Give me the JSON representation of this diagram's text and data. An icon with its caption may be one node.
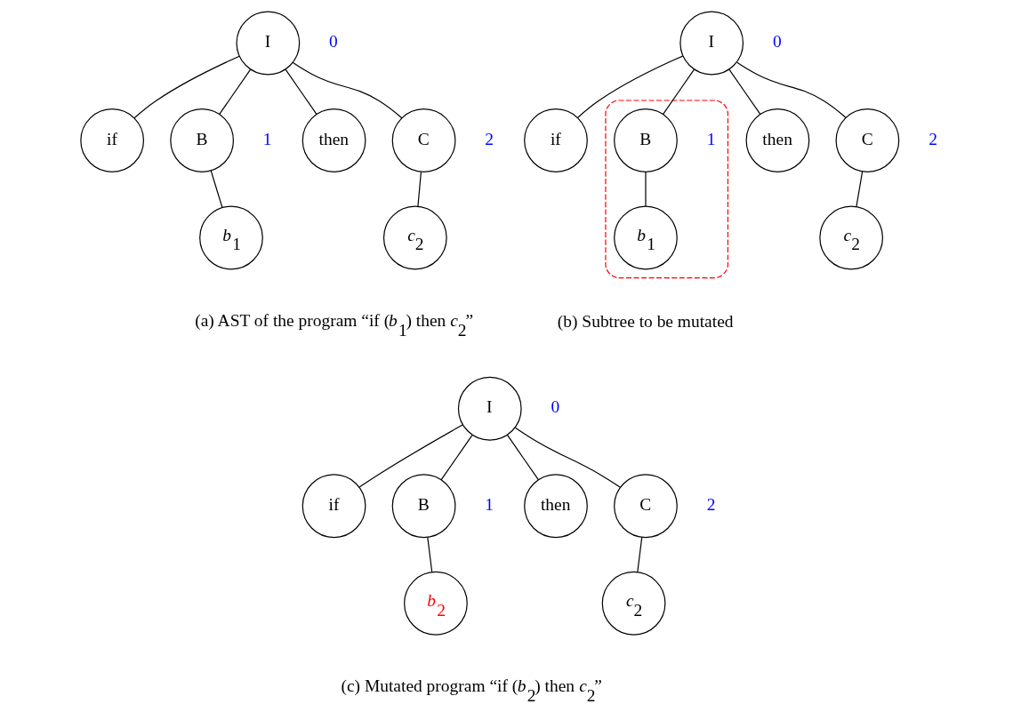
{
  "diagram": {
    "nodes": [
      {
        "text": [
          "I"
        ],
        "beside": [
          "0"
        ]
      },
      {
        "text": [
          "if"
        ]
      },
      {
        "text": [
          "B"
        ],
        "beside": [
          "1"
        ]
      },
      {
        "text": [
          "then"
        ]
      },
      {
        "text": [
          "C"
        ],
        "beside": [
          "2"
        ]
      },
      {
        "text": [
          "*b*$_{1}$"
        ]
      },
      {
        "text": [
          "*c*$_{2}$"
        ]
      },
      {
        "text": [
          "I"
        ],
        "beside": [
          "0"
        ]
      },
      {
        "text": [
          "if"
        ]
      },
      {
        "text": [],
        "shape": "ellipse"
      },
      {
        "text": [
          "B"
        ],
        "beside": [
          "1"
        ],
        "in": 9
      },
      {
        "text": [
          "then"
        ]
      },
      {
        "text": [
          "C"
        ],
        "beside": [
          "2"
        ]
      },
      {
        "text": [
          "*b*$_{1}$"
        ],
        "in": 9
      },
      {
        "text": [
          "*c*$_{2}$"
        ]
      },
      {
        "text": [
          "I"
        ],
        "beside": [
          "0"
        ]
      },
      {
        "text": [
          "if"
        ]
      },
      {
        "text": [
          "B"
        ],
        "beside": [
          "1"
        ]
      },
      {
        "text": [
          "then"
        ]
      },
      {
        "text": [
          "C"
        ],
        "beside": [
          "2"
        ]
      },
      {
        "text": [
          "*b*$_{2}$"
        ]
      },
      {
        "text": [
          "*c*$_{2}$"
        ]
      }
    ],
    "edges": [
      {
        "from": 0,
        "to": 1,
        "arrow": "none"
      },
      {
        "from": 0,
        "to": 2,
        "arrow": "none"
      },
      {
        "from": 0,
        "to": 3,
        "arrow": "none"
      },
      {
        "from": 0,
        "to": 4,
        "arrow": "none"
      },
      {
        "from": 2,
        "to": 5,
        "arrow": "none"
      },
      {
        "from": 4,
        "to": 6,
        "arrow": "none"
      },
      {
        "from": 7,
        "to": 8,
        "arrow": "none"
      },
      {
        "from": 7,
        "to": 10,
        "arrow": "none"
      },
      {
        "from": 7,
        "to": 11,
        "arrow": "none"
      },
      {
        "from": 7,
        "to": 12,
        "arrow": "none"
      },
      {
        "from": 10,
        "to": 13,
        "arrow": "none"
      },
      {
        "from": 12,
        "to": 14,
        "arrow": "none"
      },
      {
        "from": 15,
        "to": 16,
        "arrow": "none"
      },
      {
        "from": 15,
        "to": 17,
        "arrow": "none"
      },
      {
        "from": 15,
        "to": 18,
        "arrow": "none"
      },
      {
        "from": 15,
        "to": 19,
        "arrow": "none"
      },
      {
        "from": 17,
        "to": 20,
        "arrow": "none"
      },
      {
        "from": 19,
        "to": 21,
        "arrow": "none"
      }
    ],
    "labels": [
      "(a) AST of the program “if (*b*$_{1}$) then *c*$_{2}$”",
      "(b) Subtree to be mutated",
      "(c) Mutated program “if (*b*$_{2}$) then *c*$_{2}$”"
    ]
  }
}
